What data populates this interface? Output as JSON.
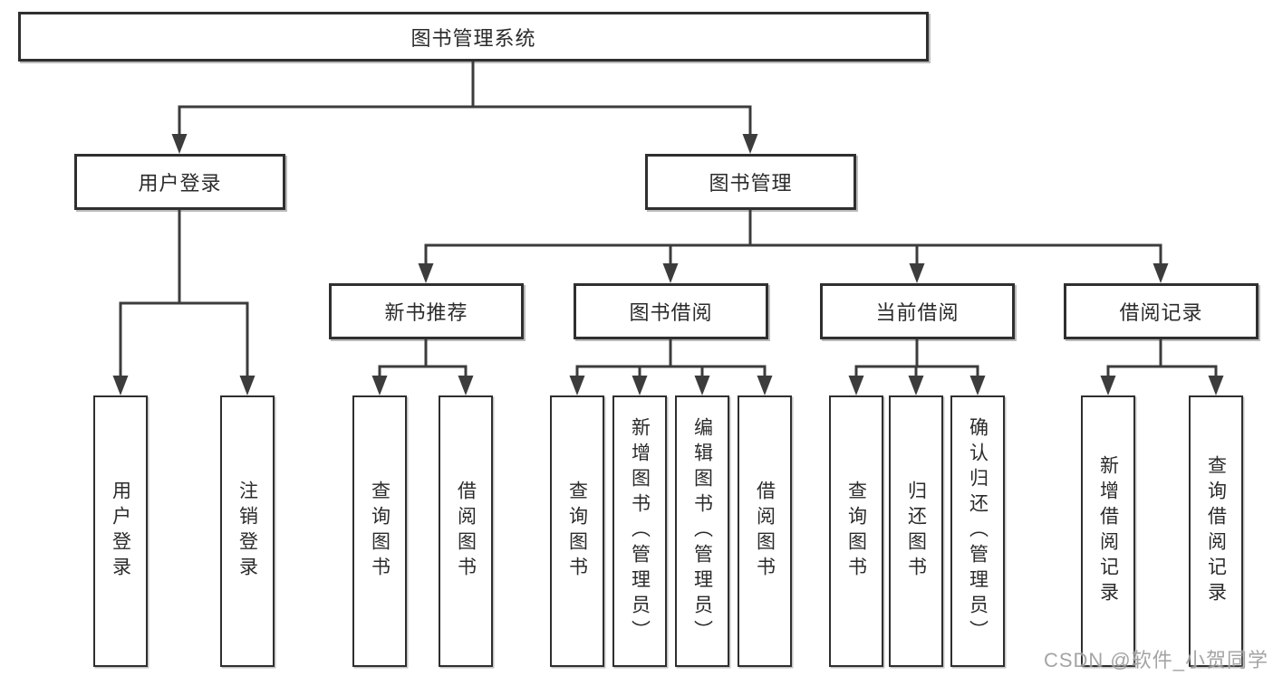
{
  "diagram": {
    "root": {
      "label": "图书管理系统"
    },
    "level2": {
      "user_login": {
        "label": "用户登录"
      },
      "book_mgmt": {
        "label": "图书管理"
      }
    },
    "level3": {
      "new_books": {
        "label": "新书推荐"
      },
      "book_borrow": {
        "label": "图书借阅"
      },
      "current_borrow": {
        "label": "当前借阅"
      },
      "borrow_records": {
        "label": "借阅记录"
      }
    },
    "leaves": {
      "user_login": [
        "用户登录",
        "注销登录"
      ],
      "new_books": [
        "查询图书",
        "借阅图书"
      ],
      "book_borrow": [
        "查询图书",
        "新增图书（管理员）",
        "编辑图书（管理员）",
        "借阅图书"
      ],
      "current_borrow": [
        "查询图书",
        "归还图书",
        "确认归还（管理员）"
      ],
      "borrow_records": [
        "新增借阅记录",
        "查询借阅记录"
      ]
    }
  },
  "colors": {
    "line": "#3c3c3c",
    "box_border": "#2f2f2f",
    "text": "#2b2b2b",
    "watermark": "#949494"
  },
  "watermark": "CSDN @软件_小贺同学"
}
